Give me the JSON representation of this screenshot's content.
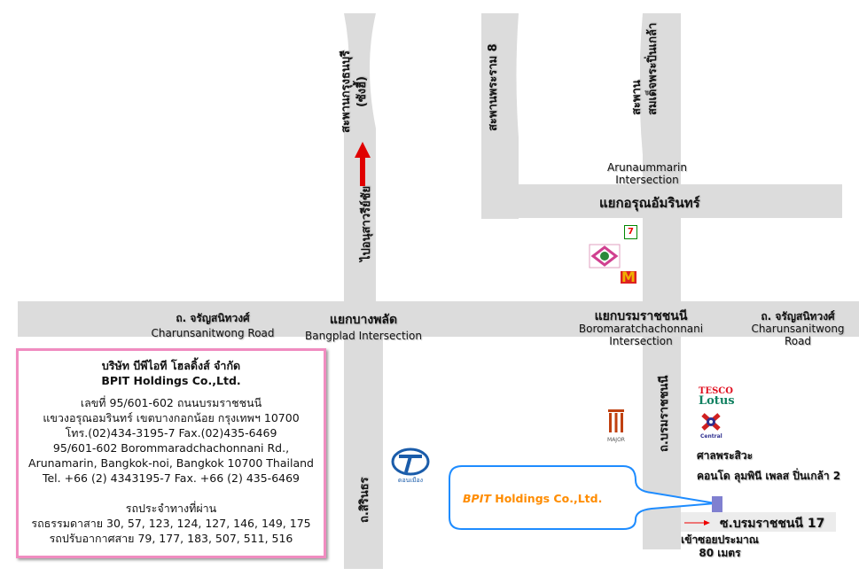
{
  "roads": {
    "charunsanitwong_th": "ถ. จรัญสนิทวงศ์",
    "charunsanitwong_en": "Charunsanitwong Road",
    "charunsanitwong_right_th": "ถ. จรัญสนิทวงศ์",
    "charunsanitwong_right_en1": "Charunsanitwong",
    "charunsanitwong_right_en2": "Road",
    "bangplad_th": "แยกบางพลัด",
    "bangplad_en": "Bangplad Intersection",
    "boromarat_th": "แยกบรมราชชนนี",
    "boromarat_en1": "Boromaratchachonnani",
    "boromarat_en2": "Intersection",
    "arun_en1": "Arunaummarin",
    "arun_en2": "Intersection",
    "arun_th": "แยกอรุณอัมรินทร์",
    "krungthon_bridge1": "สะพานกรุงธนบุรี",
    "krungthon_bridge2": "(ซังฮี้)",
    "rama8_bridge": "สะพานพระราม 8",
    "pinklao_bridge1": "สะพาน",
    "pinklao_bridge2": "สมเด็จพระปิ่นเกล้า",
    "to_monument": "ไปอนุสาวรีย์ชัย",
    "sirindhorn": "ถ.สิรินธร",
    "boromarat_road": "ถ.บรมราชชนนี",
    "soi17": "ซ.บรมราชชนนี 17",
    "soi_dist1": "เข้าซอยประมาณ",
    "soi_dist2": "80 เมตร"
  },
  "landmarks": {
    "tesco1": "TESCO",
    "tesco2": "Lotus",
    "central": "Central",
    "shrine": "ศาลพระสิวะ",
    "condo": "คอนโด ลุมพินี เพลส ปิ่นเกล้า 2",
    "major": "MAJOR"
  },
  "callout": {
    "brand": "BPIT",
    "rest": " Holdings Co.,Ltd."
  },
  "info": {
    "name_th": "บริษัท บีพีไอที โฮลดิ้งส์ จำกัด",
    "name_en": "BPIT Holdings Co.,Ltd.",
    "addr1": "เลขที่ 95/601-602 ถนนบรมราชชนนี",
    "addr2": "แขวงอรุณอมรินทร์ เขตบางกอกน้อย กรุงเทพฯ 10700",
    "addr3": "โทร.(02)434-3195-7 Fax.(02)435-6469",
    "addr4": "95/601-602 Borommaradchachonnani Rd.,",
    "addr5": "Arunamarin, Bangkok-noi, Bangkok 10700 Thailand",
    "addr6": "Tel. +66 (2) 4343195-7 Fax. +66 (2) 435-6469",
    "bus_title": "รถประจำทางที่ผ่าน",
    "bus1": "รถธรรมดาสาย 30, 57, 123, 124, 127, 146, 149, 175",
    "bus2": "รถปรับอากาศสาย 79, 177, 183, 507, 511, 516"
  },
  "colors": {
    "road": "#dcdcdc",
    "arrow": "#e00000",
    "callout": "#1e8cff",
    "brand": "#ff8c00",
    "marker": "#8080d0",
    "border": "#f08cc0"
  }
}
